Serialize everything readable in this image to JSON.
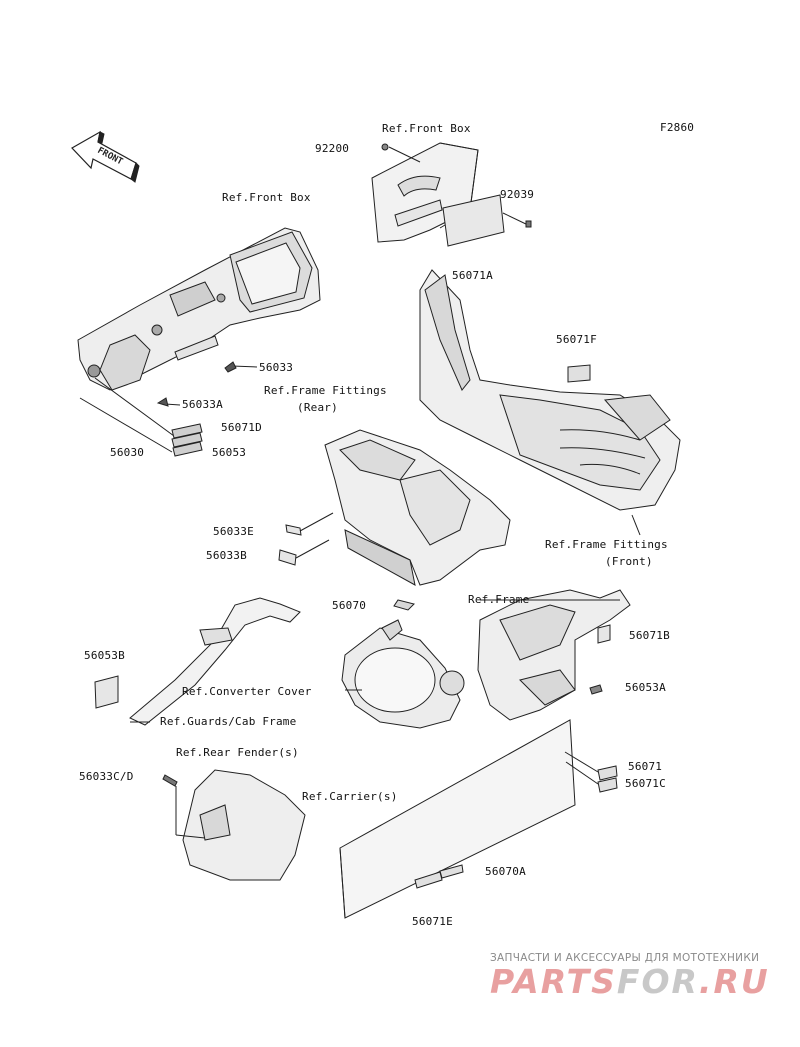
{
  "diagram": {
    "code": "F2860",
    "front_arrow": "FRONT",
    "labels": {
      "ref_front_box_top": "Ref.Front Box",
      "p92200": "92200",
      "p92039": "92039",
      "p56071A": "56071A",
      "ref_front_box_left": "Ref.Front Box",
      "p56033": "56033",
      "p56033A": "56033A",
      "p56071D": "56071D",
      "p56030": "56030",
      "p56053": "56053",
      "ref_frame_fittings_rear_1": "Ref.Frame Fittings",
      "ref_frame_fittings_rear_2": "(Rear)",
      "p56071F": "56071F",
      "ref_frame_fittings_front_1": "Ref.Frame Fittings",
      "ref_frame_fittings_front_2": "(Front)",
      "p56033E": "56033E",
      "p56033B": "56033B",
      "p56070": "56070",
      "ref_frame": "Ref.Frame",
      "p56071B": "56071B",
      "p56053B": "56053B",
      "ref_converter_cover": "Ref.Converter Cover",
      "p56053A": "56053A",
      "ref_guards_cab_frame": "Ref.Guards/Cab Frame",
      "ref_rear_fender": "Ref.Rear Fender(s)",
      "p56033CD": "56033C/D",
      "ref_carrier": "Ref.Carrier(s)",
      "p56071": "56071",
      "p56071C": "56071C",
      "p56070A": "56070A",
      "p56071E": "56071E"
    }
  },
  "watermark": {
    "subtitle": "ЗАПЧАСТИ И АКСЕССУАРЫ ДЛЯ МОТОТЕХНИКИ",
    "brand_part1": "PARTS",
    "brand_part2": "FOR",
    "brand_part3": ".RU",
    "red": "#d9534f",
    "grey": "#9a9a9a"
  }
}
